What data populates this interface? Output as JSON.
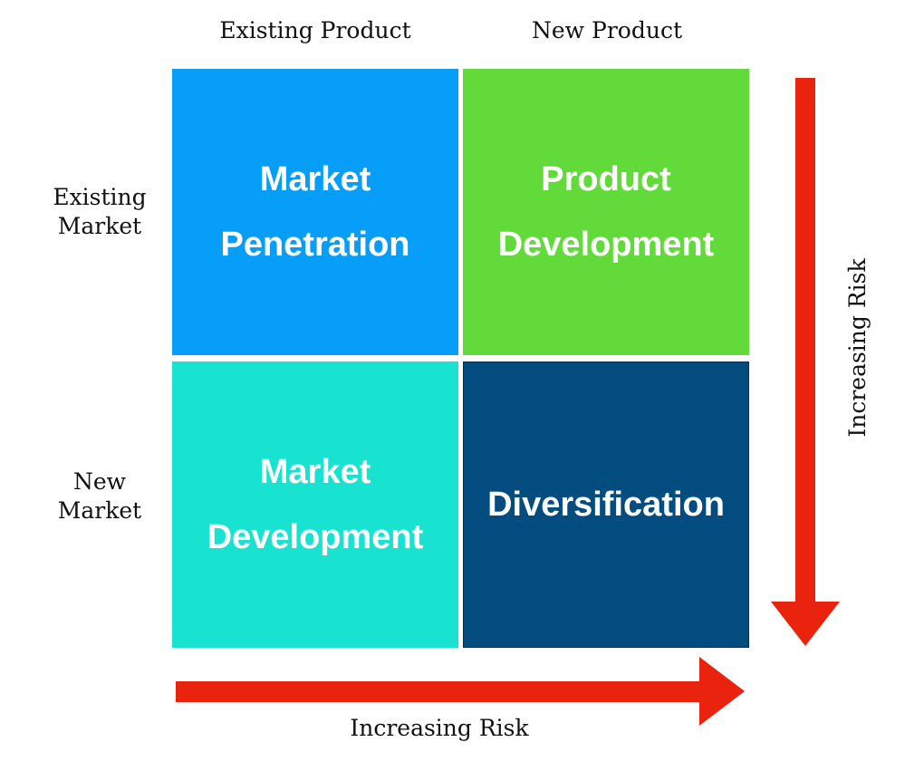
{
  "columns": [
    "Existing Product",
    "New Product"
  ],
  "rows": [
    {
      "line1": "Existing",
      "line2": "Market"
    },
    {
      "line1": "New",
      "line2": "Market"
    }
  ],
  "cells": {
    "top_left": {
      "line1": "Market",
      "line2": "Penetration",
      "color": "#069ef9"
    },
    "top_right": {
      "line1": "Product",
      "line2": "Development",
      "color": "#62da3a"
    },
    "bottom_left": {
      "line1": "Market",
      "line2": "Development",
      "color": "#18e3d1"
    },
    "bottom_right": {
      "line1": "Diversification",
      "color": "#034c7f"
    }
  },
  "axes": {
    "horizontal_risk_label": "Increasing Risk",
    "vertical_risk_label": "Increasing Risk",
    "arrow_color": "#ea230f"
  }
}
